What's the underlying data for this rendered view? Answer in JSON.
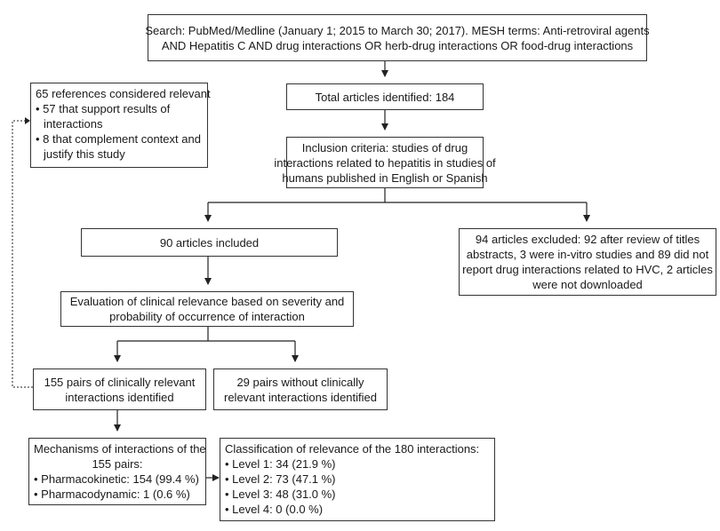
{
  "search": {
    "lines": [
      "Search: PubMed/Medline (January 1; 2015 to March 30; 2017). MESH terms: Anti-retroviral agents",
      "AND Hepatitis C AND drug interactions OR herb-drug interactions OR food-drug interactions"
    ]
  },
  "references": {
    "title": "65 references considered relevant",
    "items": [
      [
        "• 57 that support results of",
        "interactions"
      ],
      [
        "• 8 that complement context and",
        "justify this study"
      ]
    ]
  },
  "total": {
    "text": "Total articles identified: 184"
  },
  "inclusion": {
    "lines": [
      "Inclusion criteria: studies of drug",
      "interactions related to hepatitis in studies of",
      "humans published in English or Spanish"
    ]
  },
  "included": {
    "text": "90 articles included"
  },
  "excluded": {
    "lines": [
      "94 articles excluded: 92 after review of titles",
      "abstracts, 3 were in-vitro studies and 89 did not",
      "report drug interactions related to HVC, 2 articles",
      "were not downloaded"
    ]
  },
  "evaluation": {
    "lines": [
      "Evaluation of clinical relevance based on severity and",
      "probability of occurrence of interaction"
    ]
  },
  "pairs_relevant": {
    "lines": [
      "155 pairs of clinically relevant",
      "interactions identified"
    ]
  },
  "pairs_not_relevant": {
    "lines": [
      "29 pairs without clinically",
      "relevant interactions identified"
    ]
  },
  "mechanisms": {
    "title_lines": [
      "Mechanisms of interactions of the",
      "155 pairs:"
    ],
    "items": [
      "• Pharmacokinetic: 154 (99.4 %)",
      "• Pharmacodynamic: 1 (0.6 %)"
    ]
  },
  "classification": {
    "title": "Classification of relevance of the 180 interactions:",
    "items": [
      "• Level 1: 34 (21.9 %)",
      "• Level 2: 73 (47.1 %)",
      "• Level 3: 48 (31.0 %)",
      "• Level 4: 0 (0.0 %)"
    ]
  }
}
